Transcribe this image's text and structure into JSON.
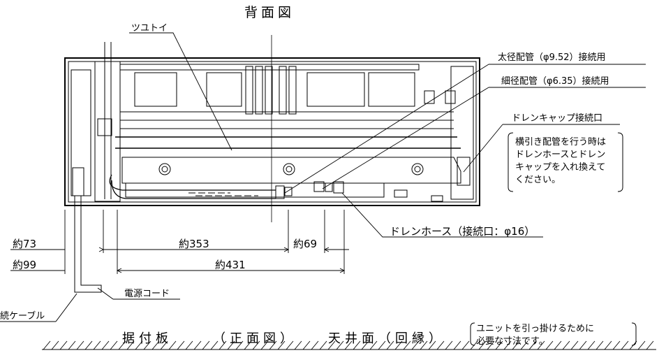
{
  "title": "背面図",
  "labels": {
    "tsutoi": "ツユトイ",
    "large_pipe": "太径配管（φ9.52）接続用",
    "small_pipe": "細径配管（φ6.35）接続用",
    "drain_cap": "ドレンキャップ接続口",
    "note_lines": [
      "横引き配管を行う時は",
      "ドレンホースとドレン",
      "キャップを入れ換えて",
      "ください。"
    ],
    "drain_hose": "ドレンホース（接続口：φ16）",
    "power_cord": "電源コード",
    "cable": "続ケーブル"
  },
  "dimensions": {
    "d73": "約73",
    "d353": "約353",
    "d69": "約69",
    "d99": "約99",
    "d431": "約431"
  },
  "footer": {
    "plate": "据付板",
    "front": "（正面図）",
    "ceiling": "天井面（回縁）",
    "note_lines": [
      "ユニットを引っ掛けるために",
      "必要な寸法です。"
    ]
  }
}
